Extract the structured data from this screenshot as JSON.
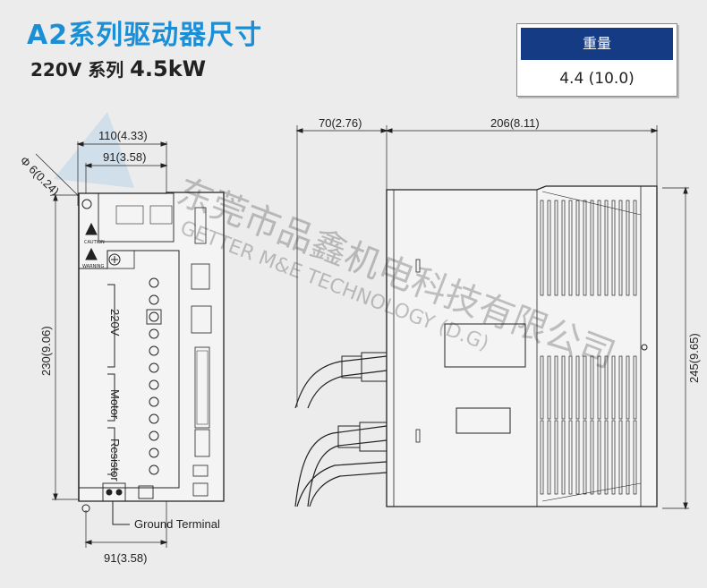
{
  "title": "A2系列驱动器尺寸",
  "subtitle": {
    "series": "220V 系列",
    "power": "4.5kW"
  },
  "weight": {
    "header": "重量",
    "value": "4.4 (10.0)"
  },
  "front_view": {
    "dim_hole": "Φ 6(0.24)",
    "dim_top_width": "110(4.33)",
    "dim_inner_width": "91(3.58)",
    "dim_height": "230(9.06)",
    "dim_bottom_width": "91(3.58)",
    "ground_label": "Ground Terminal",
    "terminal_220v": "220V",
    "terminal_motor": "Motor",
    "terminal_resistor": "Resistor",
    "warning": "WARNING",
    "caution": "CAUTION"
  },
  "side_view": {
    "dim_depth_front": "70(2.76)",
    "dim_depth": "206(8.11)",
    "dim_height": "245(9.65)"
  },
  "watermark": {
    "cn": "东莞市品鑫机电科技有限公司",
    "en": "GETTER M&E TECHNOLOGY (D.G)"
  },
  "colors": {
    "accent": "#1a8fd6",
    "header_bg": "#163b85",
    "background": "#ececec"
  }
}
